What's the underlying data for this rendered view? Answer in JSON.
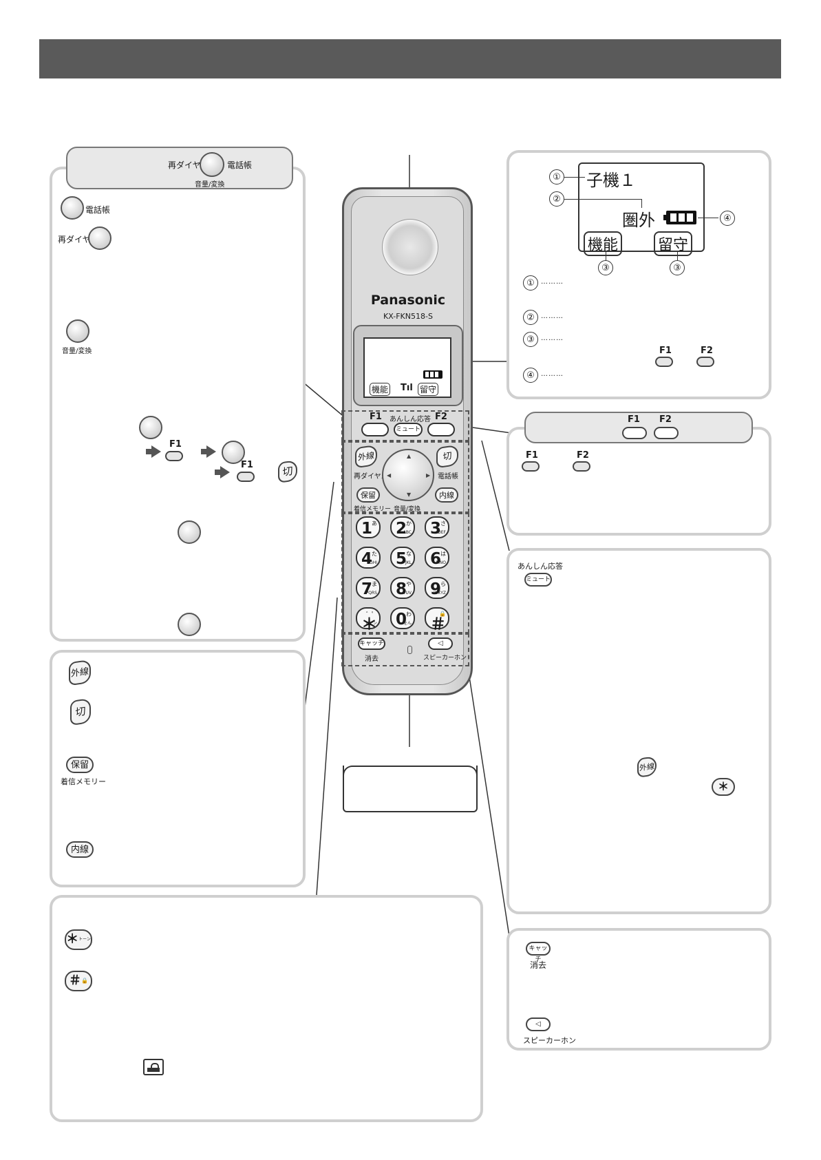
{
  "labels": {
    "redial": "再ダイヤル",
    "phonebook": "電話帳",
    "volume_convert": "音量/変換",
    "f1": "F1",
    "f2": "F2",
    "anshin": "あんしん応答",
    "mute": "ミュート",
    "gaisen": "外線",
    "kiru": "切",
    "horyu": "保留",
    "chakushin_memory": "着信メモリー",
    "naisen": "内線",
    "catch": "キャッチ",
    "shokyo": "消去",
    "speaker": "スピーカーホン",
    "star": "＊",
    "tone": "トーン",
    "hash": "＃"
  },
  "phone": {
    "brand": "Panasonic",
    "model": "KX-FKN518-S",
    "lcd_func": "機能",
    "lcd_rusu": "留守"
  },
  "lcd_detail": {
    "handset_name": "子機１",
    "status": "圏外",
    "func_btn": "機能",
    "rusu_btn": "留守",
    "num1": "①",
    "num2": "②",
    "num3": "③",
    "num4": "④",
    "dots": "………"
  },
  "keypad": [
    {
      "d": "1",
      "k": "あ",
      "s": ""
    },
    {
      "d": "2",
      "k": "か",
      "s": "ABC"
    },
    {
      "d": "3",
      "k": "さ",
      "s": "DEF"
    },
    {
      "d": "4",
      "k": "た",
      "s": "GHI"
    },
    {
      "d": "5",
      "k": "な",
      "s": "JKL"
    },
    {
      "d": "6",
      "k": "は",
      "s": "MNO"
    },
    {
      "d": "7",
      "k": "ま",
      "s": "PQRS"
    },
    {
      "d": "8",
      "k": "や",
      "s": "TUV"
    },
    {
      "d": "9",
      "k": "ら",
      "s": "WXYZ"
    },
    {
      "d": "＊",
      "k": "゛゜",
      "s": "トーン"
    },
    {
      "d": "0",
      "k": "わ",
      "s": "をん"
    },
    {
      "d": "＃",
      "k": "🔒",
      "s": ""
    }
  ]
}
